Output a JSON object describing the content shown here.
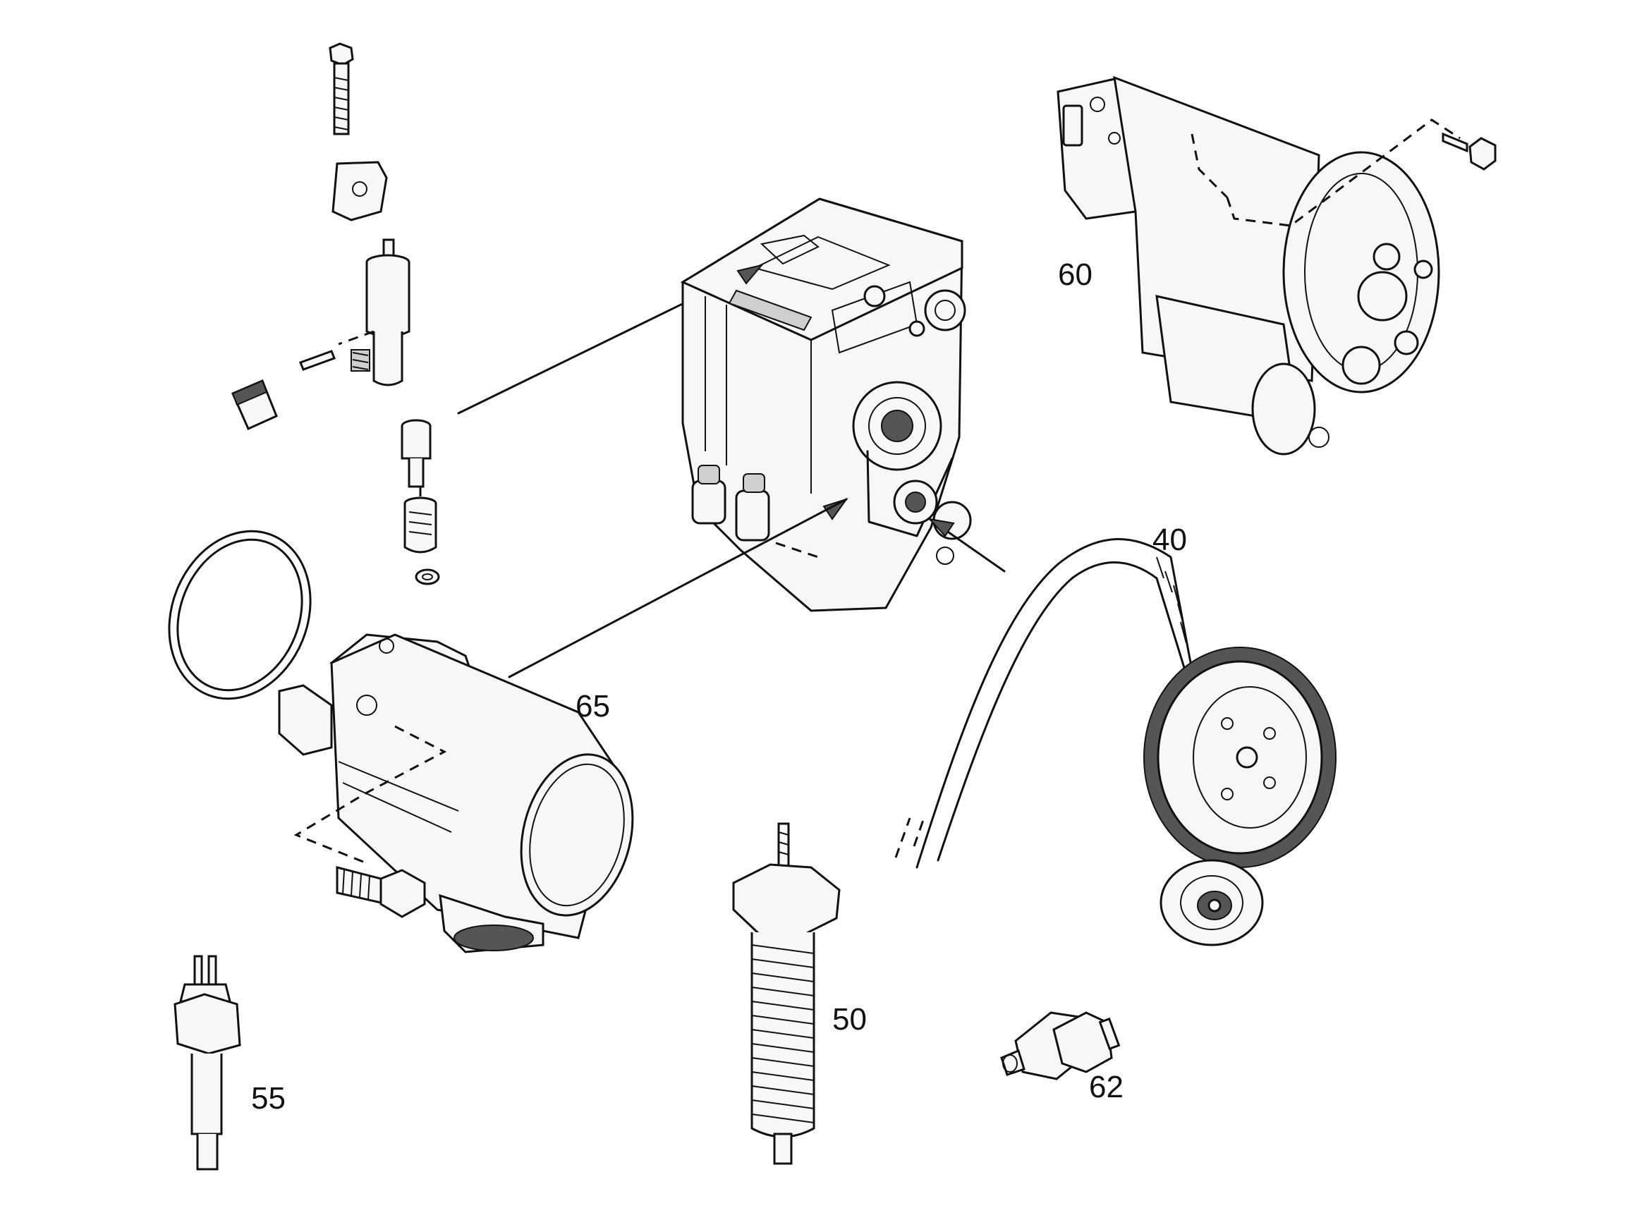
{
  "callouts": [
    {
      "id": "starter-motor",
      "label": "60"
    },
    {
      "id": "timing-belt",
      "label": "40"
    },
    {
      "id": "fuel-filter",
      "label": "65"
    },
    {
      "id": "glow-plug",
      "label": "50"
    },
    {
      "id": "temperature-sender",
      "label": "55"
    },
    {
      "id": "oil-pressure-switch",
      "label": "62"
    }
  ]
}
